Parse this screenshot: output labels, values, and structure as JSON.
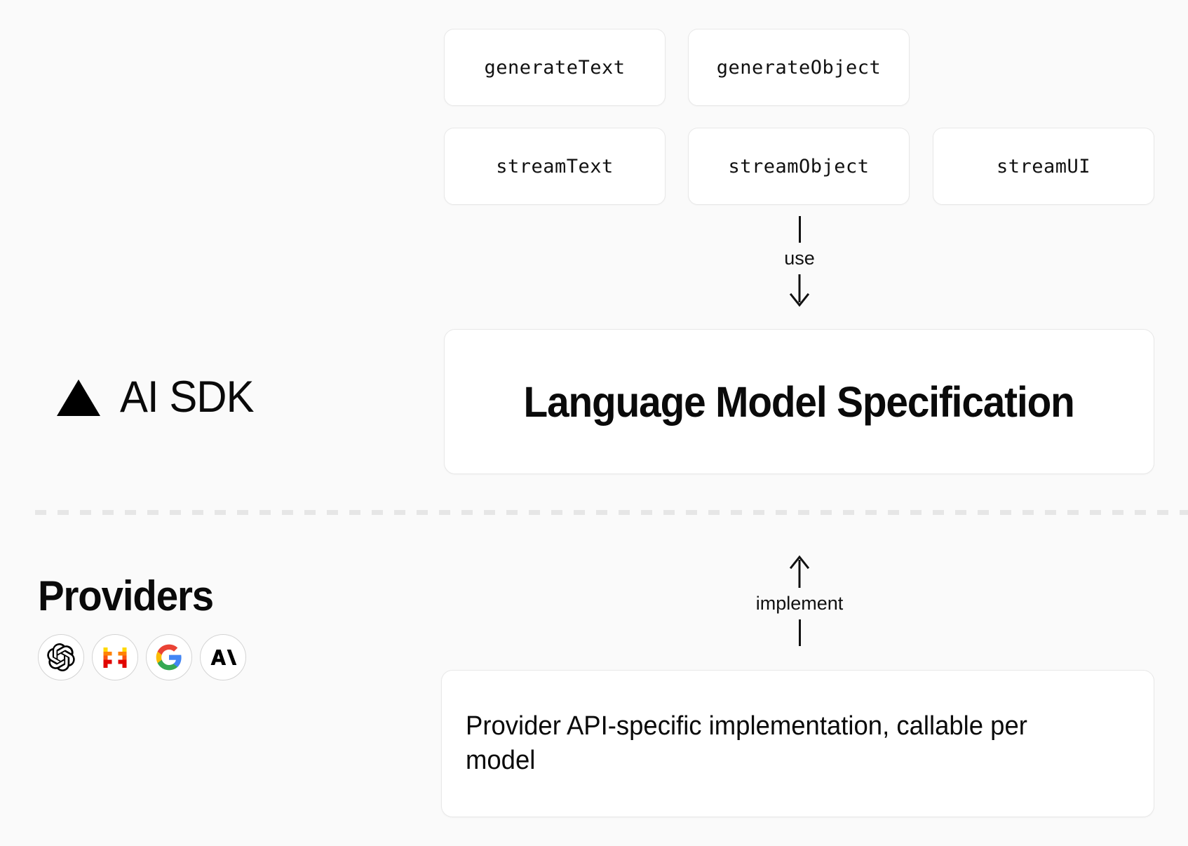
{
  "diagram": {
    "title": "AI SDK architecture",
    "background_color": "#fafafa",
    "box_background": "#ffffff",
    "box_border_color": "#e8e8e8",
    "divider_color": "#e6e6e6"
  },
  "layers": {
    "sdk": {
      "label": "AI SDK",
      "logo_icon": "vercel-triangle-icon"
    },
    "providers": {
      "label": "Providers",
      "icons": [
        {
          "name": "openai-icon",
          "label": "OpenAI"
        },
        {
          "name": "mistral-icon",
          "label": "Mistral"
        },
        {
          "name": "google-icon",
          "label": "Google"
        },
        {
          "name": "anthropic-icon",
          "label": "Anthropic"
        }
      ]
    }
  },
  "functions": {
    "row1": [
      {
        "name": "generate-text-box",
        "label": "generateText"
      },
      {
        "name": "generate-object-box",
        "label": "generateObject"
      }
    ],
    "row2": [
      {
        "name": "stream-text-box",
        "label": "streamText"
      },
      {
        "name": "stream-object-box",
        "label": "streamObject"
      },
      {
        "name": "stream-ui-box",
        "label": "streamUI"
      }
    ]
  },
  "connectors": {
    "use": {
      "label": "use",
      "direction": "down"
    },
    "implement": {
      "label": "implement",
      "direction": "up"
    }
  },
  "boxes": {
    "specification": {
      "title": "Language Model Specification"
    },
    "implementation": {
      "text": "Provider API-specific implementation, callable per model"
    }
  },
  "colors": {
    "openai": "#000000",
    "mistral_yellow": "#ffd800",
    "mistral_orange": "#ff8205",
    "mistral_red": "#fa520f",
    "mistral_deep_red": "#e10500",
    "google_blue": "#4285f4",
    "google_red": "#ea4335",
    "google_yellow": "#fbbc05",
    "google_green": "#34a853",
    "anthropic": "#000000"
  }
}
